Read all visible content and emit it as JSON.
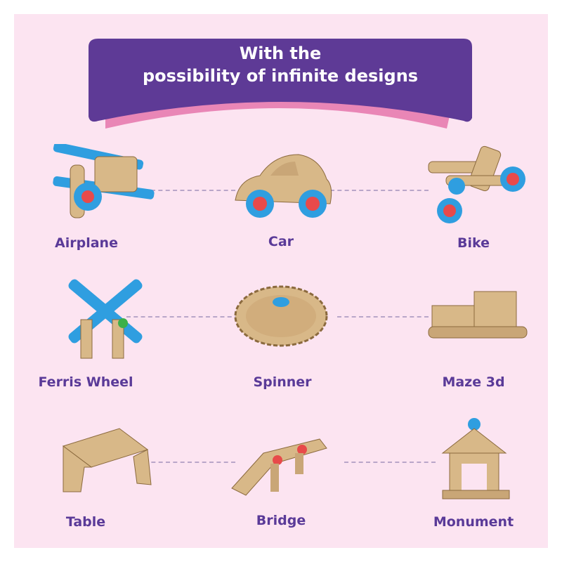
{
  "header": {
    "line1": "With the",
    "line2": "possibility of infinite designs"
  },
  "colors": {
    "background": "#fce4f1",
    "banner": "#5e3a96",
    "ribbon": "#e986b6",
    "wood": "#d8b888",
    "wheel": "#2f9ee0",
    "hub": "#e84a4a",
    "label": "#5a3a98"
  },
  "designs": [
    {
      "label": "Airplane"
    },
    {
      "label": "Car"
    },
    {
      "label": "Bike"
    },
    {
      "label": "Ferris Wheel"
    },
    {
      "label": "Spinner"
    },
    {
      "label": "Maze 3d"
    },
    {
      "label": "Table"
    },
    {
      "label": "Bridge"
    },
    {
      "label": "Monument"
    }
  ]
}
